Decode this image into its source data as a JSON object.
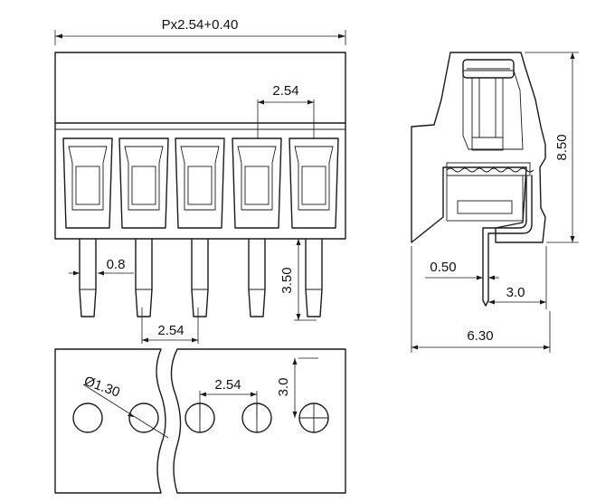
{
  "dimensions": {
    "overall_width": "Px2.54+0.40",
    "pitch_top": "2.54",
    "pin_width": "0.8",
    "pin_length": "3.50",
    "pitch_front": "2.54",
    "height": "8.50",
    "pin_thickness": "0.50",
    "pin_offset": "3.0",
    "depth": "6.30",
    "hole_diameter": "Ø1.30",
    "pitch_pcb": "2.54",
    "row_offset": "3.0"
  }
}
